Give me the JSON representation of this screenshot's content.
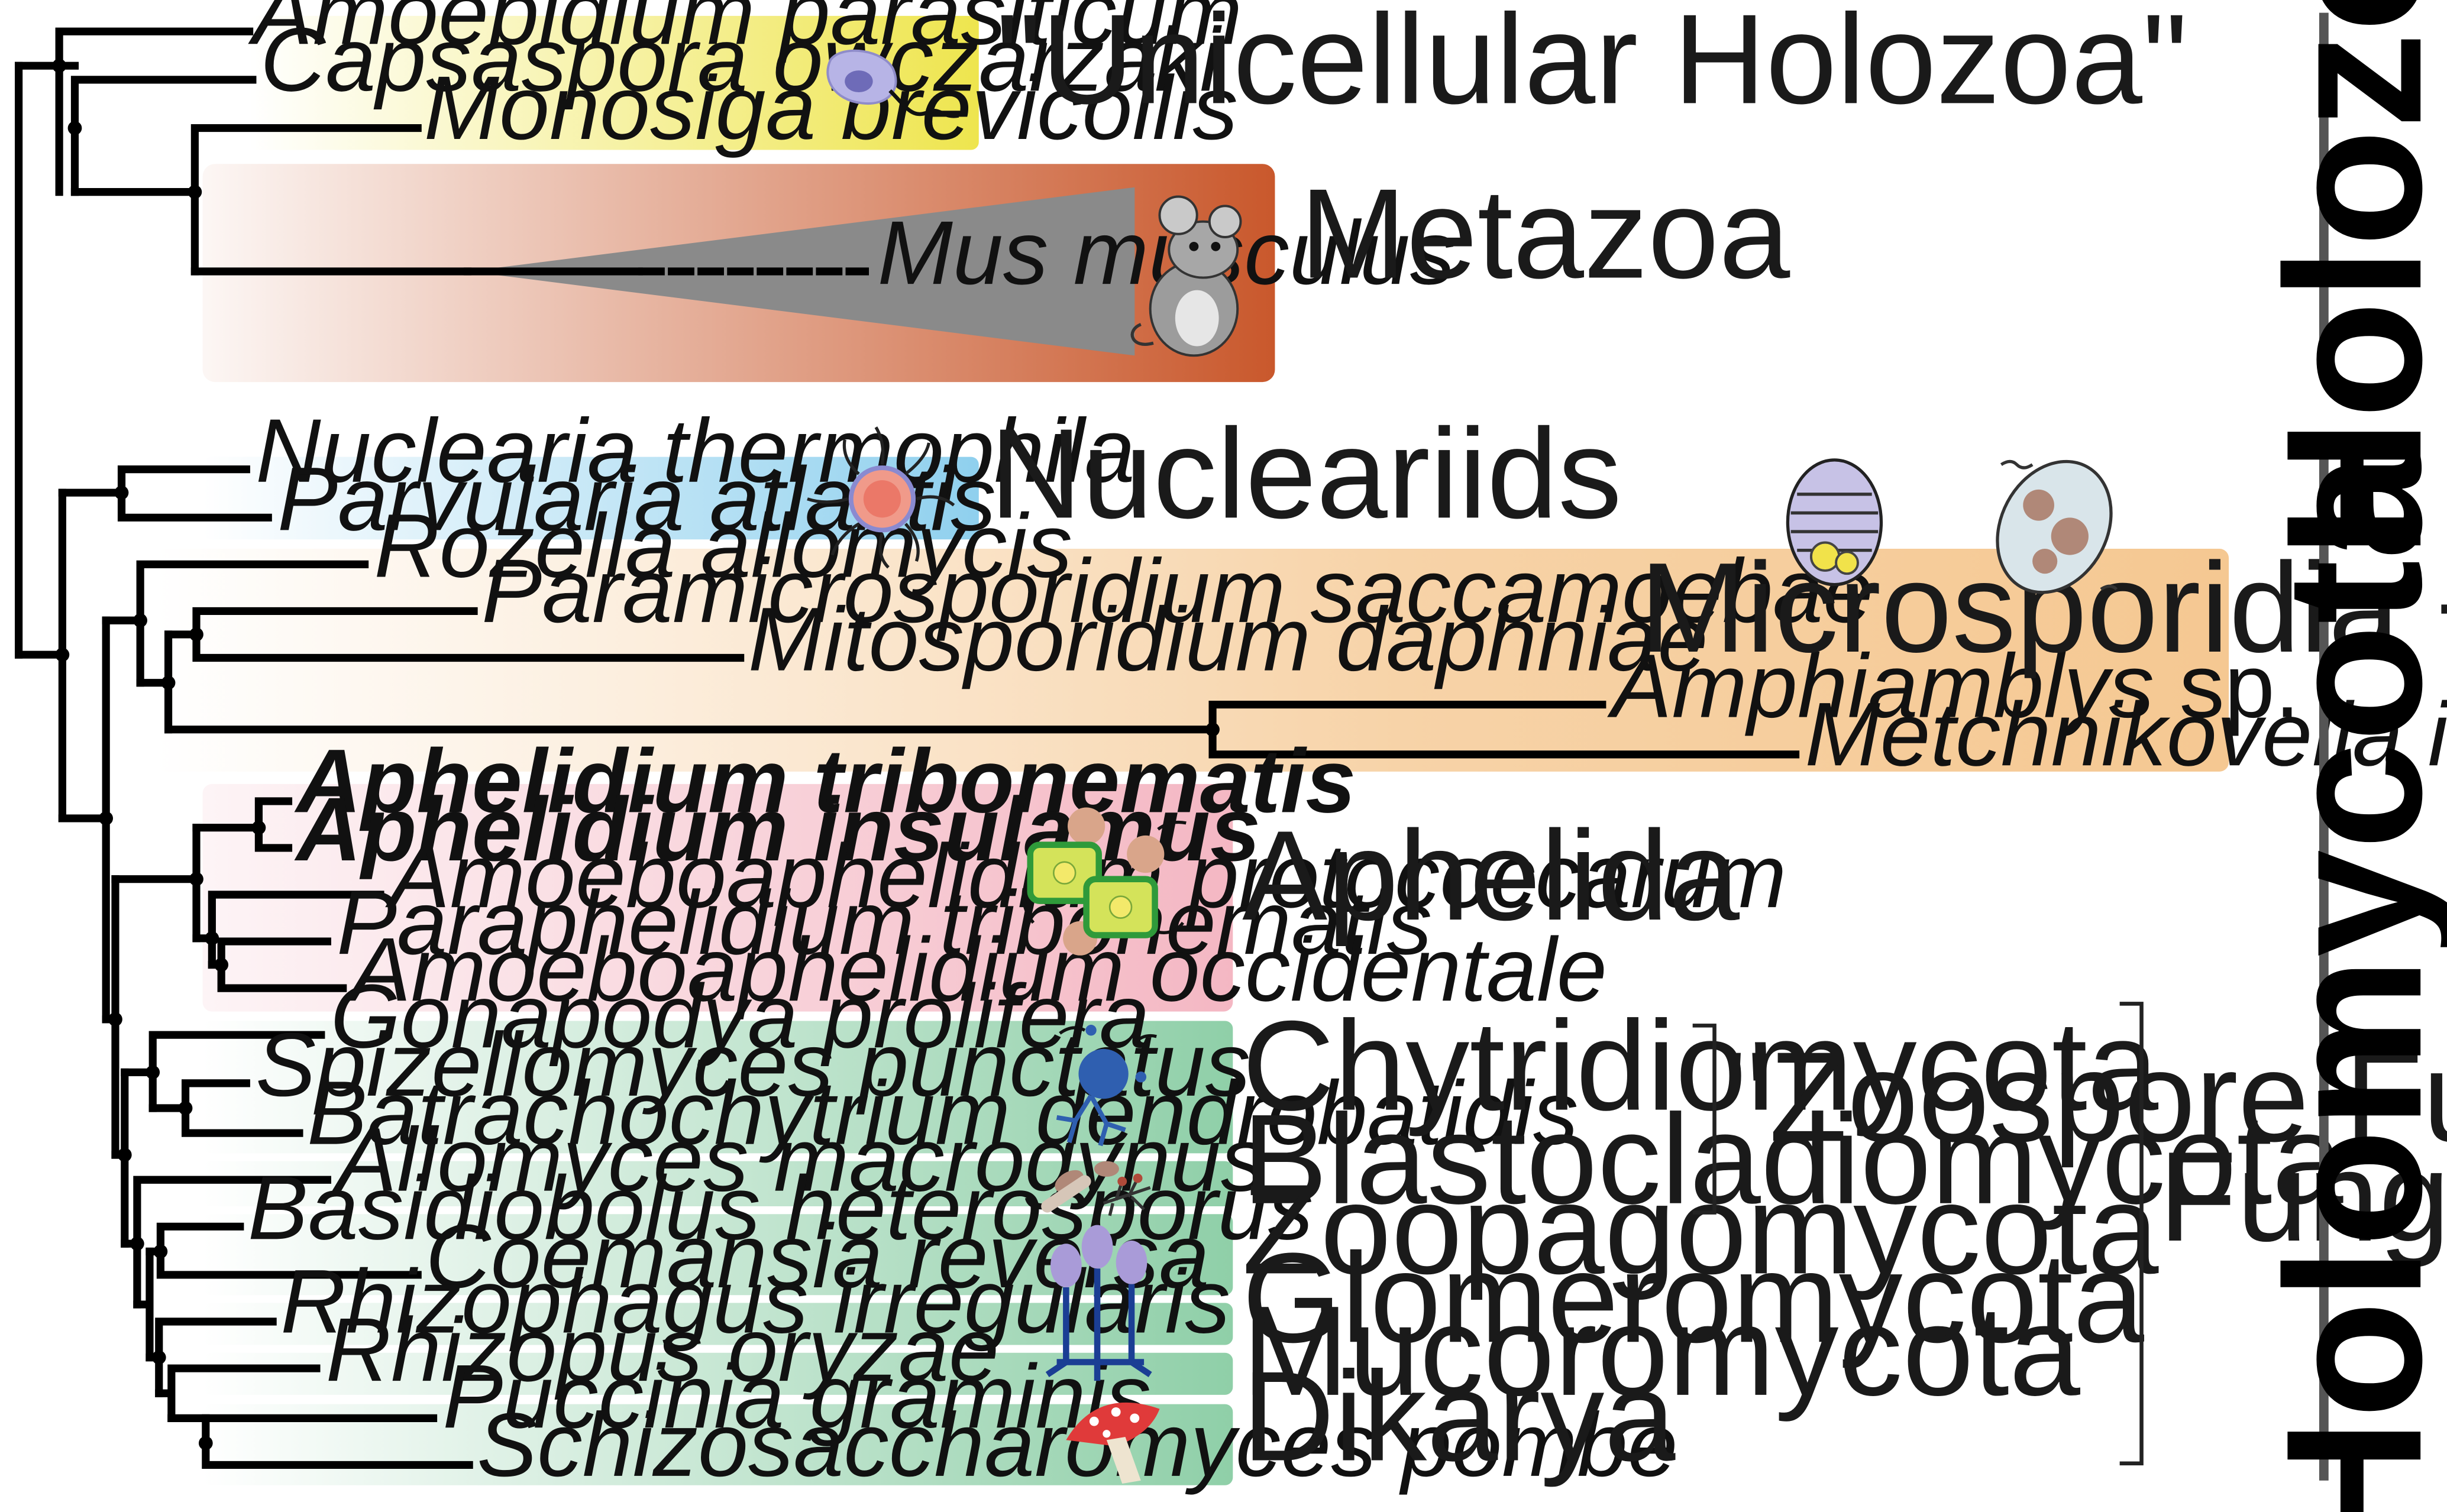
{
  "groups": {
    "unicellular_holozoa": "\"Unicellular Holozoa\"",
    "metazoa": "Metazoa",
    "nucleariids": "Nucleariids",
    "microsporidia_rozellida": "Microsporidia + Rozellida",
    "aphelida": "Aphelida",
    "chytridiomycota": "Chytridiomycota",
    "blastocladiomycota": "Blastocladiomycota",
    "zoopagomycota": "Zoopagomycota",
    "glomeromycota": "Glomeromycota",
    "mucoromycota": "Mucoromycota",
    "dikarya": "Dikarya",
    "zoospore_fungi": "\"Zoospore Fungi\"",
    "fungi": "Fungi"
  },
  "clades": {
    "holozoa": "Holozoa",
    "holomycota": "Holomycota"
  },
  "taxa": {
    "amoebidium": "Amoebidium parasiticum",
    "capsaspora": "Capsaspora owczarzaki",
    "monosiga": "Monosiga brevicollis",
    "mus": "Mus musculus",
    "nuclearia": "Nuclearia thermophila",
    "parvularia": "Parvularia atlantis",
    "rozella": "Rozella allomycis",
    "paramicro": "Paramicrosporidium saccamoebae",
    "mitosporidium": "Mitosporidium daphniae",
    "amphiamblys_name": "Amphiamblys",
    "amphiamblys_sp": " sp.",
    "metchnikovella": "Metchnikovella incurvata",
    "aph_trib": "Aphelidium tribonematis",
    "aph_ins": "Aphelidium insulamus",
    "amoeboaph_proto": "Amoeboaphelidium protococcarum",
    "paraph": "Paraphelidium tribonematis",
    "amoeboaph_occ": "Amoeboaphelidium occidentale",
    "gonapodya": "Gonapodya prolifera",
    "spizello": "Spizellomyces punctatus",
    "batracho": "Batrachochytrium dendrobatidis",
    "allomyces": "Allomyces macrogynus",
    "basidiobolus": "Basidiobolus heterosporus",
    "coemansia": "Coemansia reversa",
    "rhizophagus": "Rhizophagus irregularis",
    "rhizopus": "Rhizopus oryzae",
    "puccinia": "Puccinia graminis",
    "schizo": "Schizosaccharomyces pombe"
  },
  "colors": {
    "unicellular_holozoa": "#eee54e",
    "metazoa": "#c9582c",
    "nucleariids": "#8fd0ee",
    "microsporidia_rozellida": "#f5c892",
    "aphelida": "#f4b7c3",
    "fungi": "#8fcfa8",
    "clade_bar": "#555555"
  },
  "icons": [
    "capsaspora-cell-icon",
    "mouse-icon",
    "nuclearia-cell-icon",
    "microsporidia-spore-icon",
    "rozella-sporangium-icon",
    "aphelid-cell-icon",
    "chytrid-icon",
    "blastocladiella-icon",
    "sporangiophore-icon",
    "mushroom-icon"
  ]
}
